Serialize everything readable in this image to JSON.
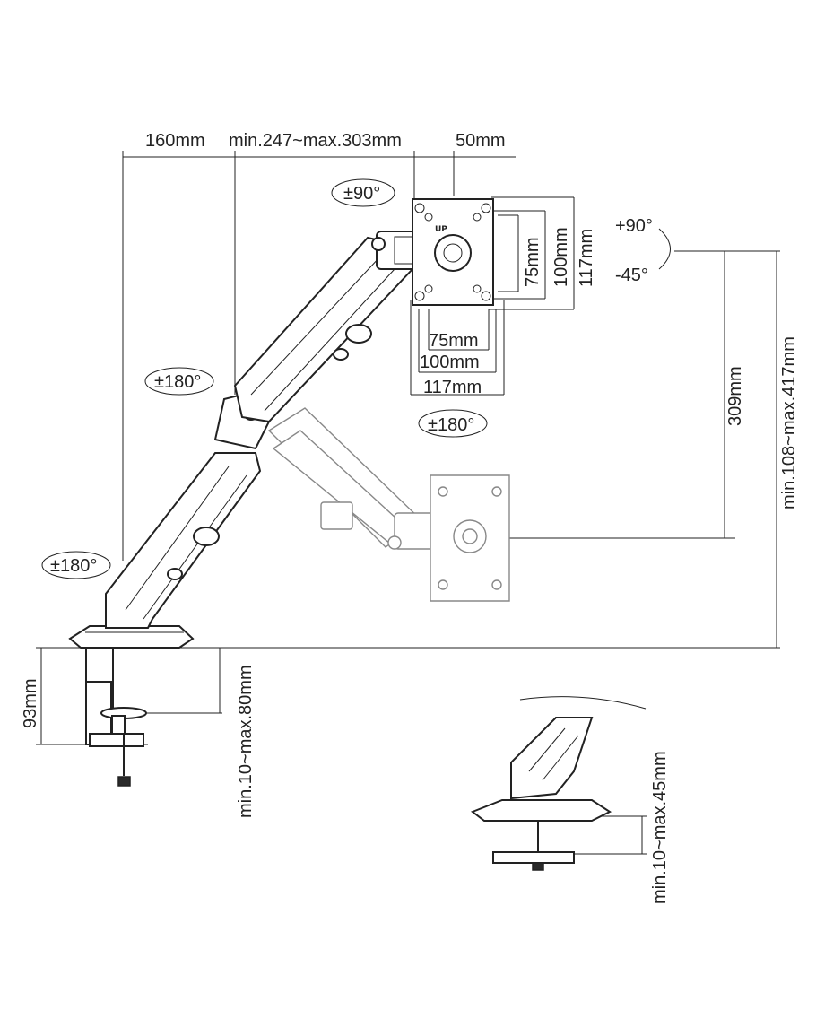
{
  "dimensions": {
    "base_offset": "160mm",
    "arm_extension": "min.247~max.303mm",
    "vesa_offset": "50mm",
    "vesa_v75": "75mm",
    "vesa_v100": "100mm",
    "vesa_v117": "117mm",
    "vesa_h75": "75mm",
    "vesa_h100": "100mm",
    "vesa_h117": "117mm",
    "vertical_travel": "309mm",
    "height_range": "min.108~max.417mm",
    "clamp_height": "93mm",
    "clamp_range": "min.10~max.80mm",
    "grommet_range": "min.10~max.45mm"
  },
  "rotations": {
    "head_rotate": "±90°",
    "tilt_up": "+90°",
    "tilt_down": "-45°",
    "elbow_swivel": "±180°",
    "head_swivel": "±180°",
    "base_swivel": "±180°"
  },
  "vesa_label": "UP"
}
